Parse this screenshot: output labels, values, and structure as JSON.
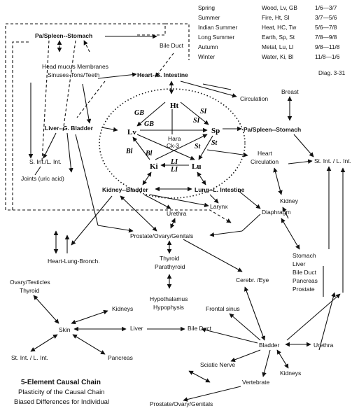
{
  "season_table": {
    "rows": [
      {
        "season": "Spring",
        "element": "Wood, Lv, GB",
        "dates": "1/6—3/7"
      },
      {
        "season": "Summer",
        "element": "Fire, Ht, SI",
        "dates": "3/7—5/6"
      },
      {
        "season": "Indian Summer",
        "element": "Heat, HC, Tw",
        "dates": "5/6—7/8"
      },
      {
        "season": "Long Summer",
        "element": "Earth, Sp, St",
        "dates": "7/8—9/8"
      },
      {
        "season": "Autumn",
        "element": "Metal, Lu, LI",
        "dates": "9/8—11/8"
      },
      {
        "season": "Winter",
        "element": "Water, Ki, Bl",
        "dates": "11/8—1/6"
      }
    ]
  },
  "diagram_ref": "Diag. 3-31",
  "nodes": {
    "pa_spleen_top": "Pa/Spleen--Stomach",
    "bile_duct_top": "Bile Duct",
    "head_mucus_1": "Head mucus Membranes",
    "head_mucus_2": "Sinuses-Tons/Teeth",
    "heart_si": "Heart--S. Intestine",
    "circulation": "Circulation",
    "breast": "Breast",
    "liver_gb": "Liver--G. Bladder",
    "pa_spleen_right": "Pa/Spleen--Stomach",
    "si_li_left": "S. Int./L. Int.",
    "joints": "Joints (uric acid)",
    "heart_circ_1": "Heart",
    "heart_circ_2": "Circulation",
    "st_li_right": "St. Int. / L. Int.",
    "kidney_bladder": "Kidney--Bladder",
    "lung_li": "Lung--L. Intestine",
    "larynx": "Larynx",
    "urethra_mid": "Urethra",
    "kidney_right": "Kidney",
    "diaphragm": "Diaphragm",
    "prostate_mid": "Prostate/Ovary/Genitals",
    "heart_lung": "Heart-Lung-Bronch.",
    "thyroid": "Thyroid",
    "parathyroid": "Parathyroid",
    "cerebr_eye": "Cerebr. /Eye",
    "stomach_list": [
      "Stomach",
      "Liver",
      "Bile Duct",
      "Pancreas",
      "Prostate"
    ],
    "ovary_1": "Ovary/Testicles",
    "ovary_2": "Thyroid",
    "hypothalamus": "Hypothalamus",
    "hypophysis": "Hypophysis",
    "frontal_sinus": "Frontal sinus",
    "kidneys_left": "Kidneys",
    "skin": "Skin",
    "liver_low": "Liver",
    "bile_duct_low": "Bile Duct",
    "bladder_low": "Bladder",
    "urethra_low": "Urethra",
    "st_li_left": "St. Int. / L. Int.",
    "pancreas": "Pancreas",
    "sciatic": "Sciatic Nerve",
    "kidneys_low": "Kidneys",
    "vertebrate": "Vertebrate",
    "prostate_low": "Prostate/Ovary/Genitals"
  },
  "inner_cycle": {
    "ht": "Ht",
    "lv": "Lv",
    "sp": "Sp",
    "ki": "Ki",
    "lu": "Lu",
    "hara_1": "Hara",
    "hara_2": "Ck-3",
    "gb_upper": "GB",
    "gb_inner": "GB",
    "si_upper": "SI",
    "si_inner": "SI",
    "bl_left": "Bl",
    "bl_inner": "Bl",
    "st_right": "St",
    "st_inner": "St",
    "li_1": "LI",
    "li_2": "LI"
  },
  "caption": {
    "title": "5-Element Causal Chain",
    "line2": "Plasticity of the Causal Chain",
    "line3": "Biased Differences for Individual"
  }
}
